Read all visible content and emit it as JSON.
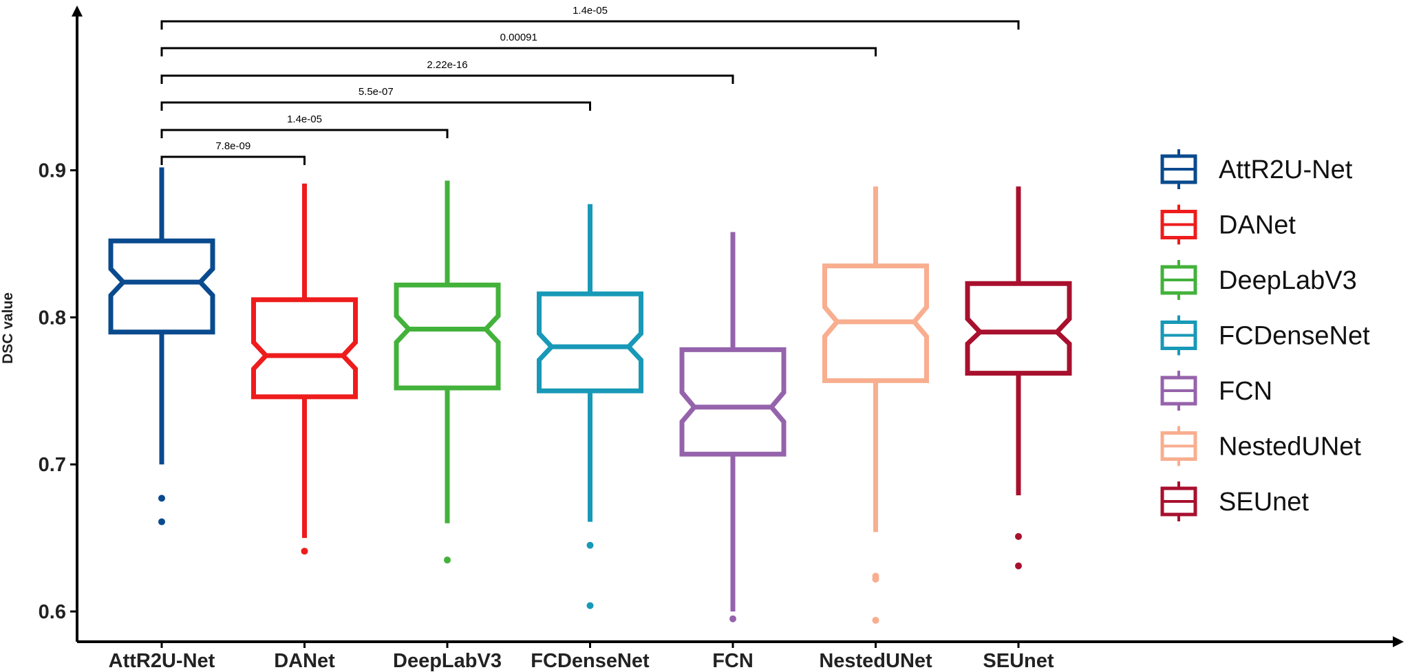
{
  "chart_data": {
    "type": "boxplot",
    "ylabel": "DSC value",
    "xlabel": "",
    "ylim": [
      0.58,
      1.0
    ],
    "yticks": [
      {
        "value": 0.6,
        "label": "0.6"
      },
      {
        "value": 0.7,
        "label": "0.7"
      },
      {
        "value": 0.8,
        "label": "0.8"
      },
      {
        "value": 0.9,
        "label": "0.9"
      }
    ],
    "notched": true,
    "legend_position": "right",
    "categories": [
      "AttR2U-Net",
      "DANet",
      "DeepLabV3",
      "FCDenseNet",
      "FCN",
      "NestedUNet",
      "SEUnet"
    ],
    "series": [
      {
        "name": "AttR2U-Net",
        "color": "#0a4a8e",
        "whisker_low": 0.7,
        "q1": 0.79,
        "median": 0.824,
        "q3": 0.852,
        "whisker_high": 0.902,
        "notch_low": 0.815,
        "notch_high": 0.833,
        "outliers": [
          0.677,
          0.661
        ]
      },
      {
        "name": "DANet",
        "color": "#ee1c1c",
        "whisker_low": 0.65,
        "q1": 0.746,
        "median": 0.774,
        "q3": 0.812,
        "whisker_high": 0.891,
        "notch_low": 0.765,
        "notch_high": 0.783,
        "outliers": [
          0.641
        ]
      },
      {
        "name": "DeepLabV3",
        "color": "#43b23b",
        "whisker_low": 0.66,
        "q1": 0.752,
        "median": 0.792,
        "q3": 0.822,
        "whisker_high": 0.893,
        "notch_low": 0.783,
        "notch_high": 0.801,
        "outliers": [
          0.635
        ]
      },
      {
        "name": "FCDenseNet",
        "color": "#1899b7",
        "whisker_low": 0.661,
        "q1": 0.75,
        "median": 0.78,
        "q3": 0.816,
        "whisker_high": 0.877,
        "notch_low": 0.771,
        "notch_high": 0.789,
        "outliers": [
          0.645,
          0.604
        ]
      },
      {
        "name": "FCN",
        "color": "#9563ab",
        "whisker_low": 0.6,
        "q1": 0.707,
        "median": 0.739,
        "q3": 0.778,
        "whisker_high": 0.858,
        "notch_low": 0.729,
        "notch_high": 0.749,
        "outliers": [
          0.595
        ]
      },
      {
        "name": "NestedUNet",
        "color": "#f8ae8f",
        "whisker_low": 0.654,
        "q1": 0.757,
        "median": 0.797,
        "q3": 0.835,
        "whisker_high": 0.889,
        "notch_low": 0.787,
        "notch_high": 0.807,
        "outliers": [
          0.624,
          0.622,
          0.594
        ]
      },
      {
        "name": "SEUnet",
        "color": "#a8102e",
        "whisker_low": 0.679,
        "q1": 0.762,
        "median": 0.79,
        "q3": 0.823,
        "whisker_high": 0.889,
        "notch_low": 0.782,
        "notch_high": 0.799,
        "outliers": [
          0.651,
          0.631
        ]
      }
    ],
    "comparisons": [
      {
        "from": "AttR2U-Net",
        "to": "DANet",
        "label": "7.8e-09"
      },
      {
        "from": "AttR2U-Net",
        "to": "DeepLabV3",
        "label": "1.4e-05"
      },
      {
        "from": "AttR2U-Net",
        "to": "FCDenseNet",
        "label": "5.5e-07"
      },
      {
        "from": "AttR2U-Net",
        "to": "FCN",
        "label": "2.22e-16"
      },
      {
        "from": "AttR2U-Net",
        "to": "NestedUNet",
        "label": "0.00091"
      },
      {
        "from": "AttR2U-Net",
        "to": "SEUnet",
        "label": "1.4e-05"
      }
    ]
  }
}
